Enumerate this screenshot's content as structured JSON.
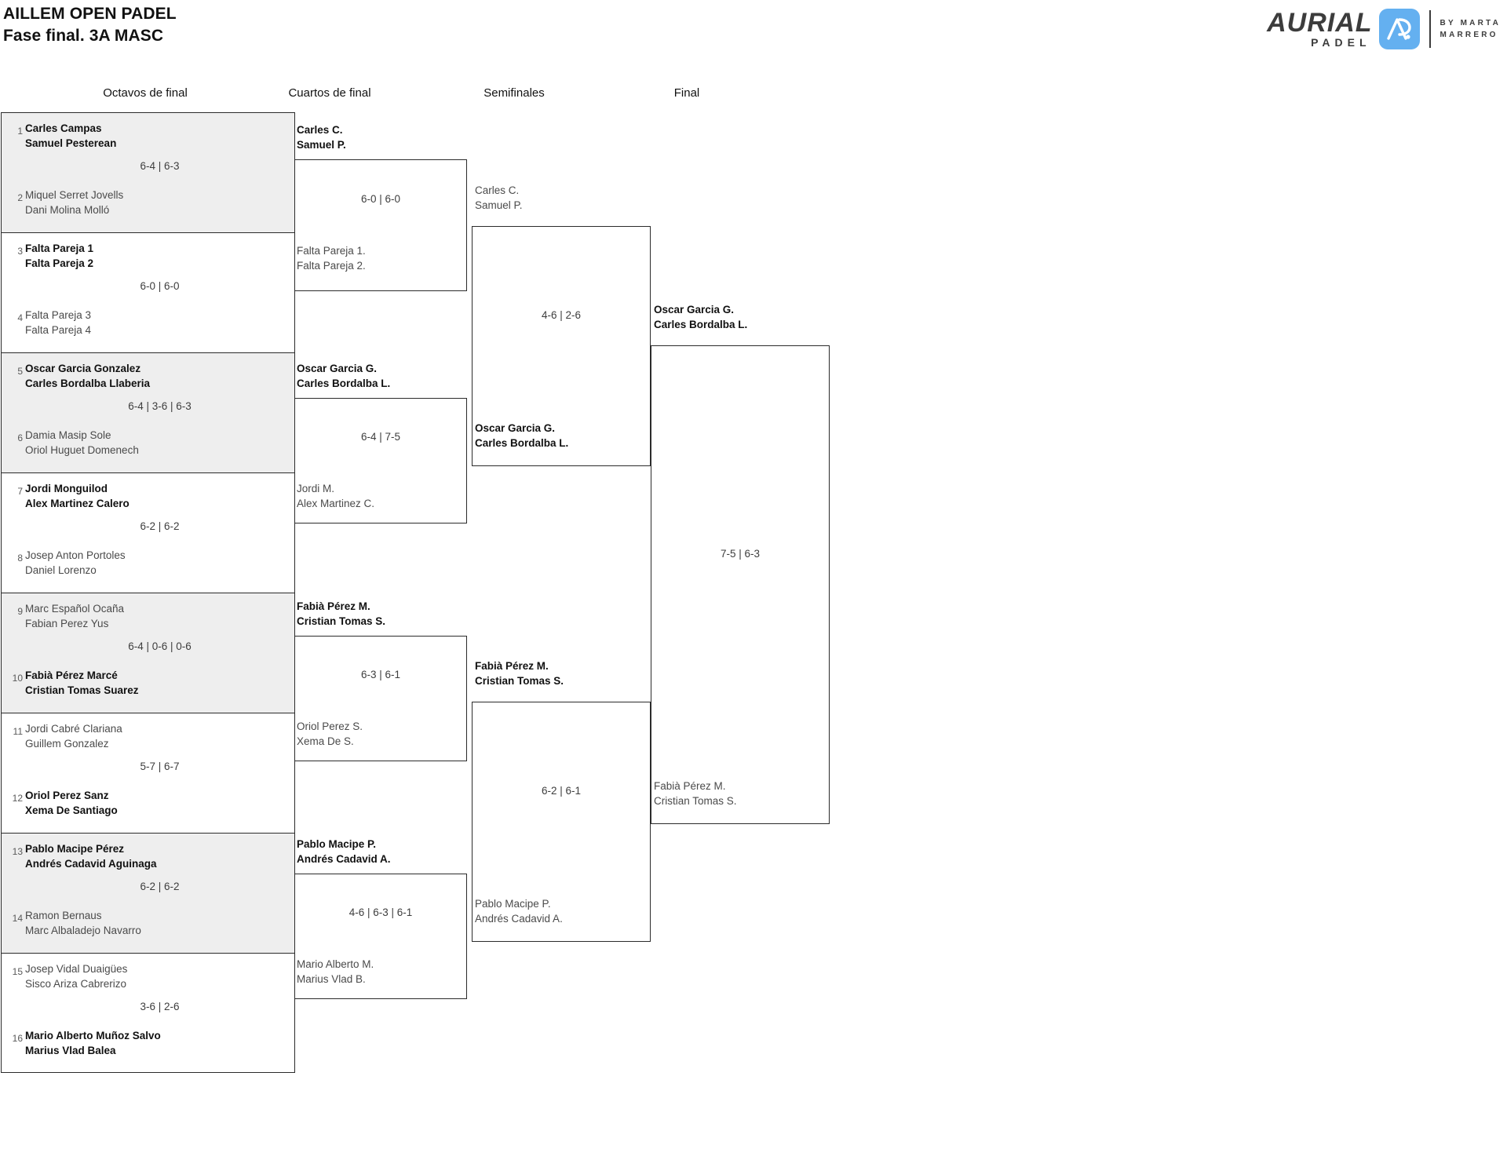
{
  "header": {
    "title_line1": "AILLEM OPEN PADEL",
    "title_line2": "Fase final. 3A MASC",
    "logo": {
      "brand": "AURIAL",
      "sub": "PADEL",
      "mark": "ap-monogram-icon",
      "by_line1": "BY MARTA",
      "by_line2": "MARRERO"
    }
  },
  "rounds": [
    {
      "label": "Octavos de final"
    },
    {
      "label": "Cuartos de final"
    },
    {
      "label": "Semifinales"
    },
    {
      "label": "Final"
    }
  ],
  "round1": [
    {
      "seed_top": "1",
      "top_p1": "Carles Campas",
      "top_p2": "Samuel Pesterean",
      "top_winner": true,
      "seed_bot": "2",
      "bot_p1": "Miquel Serret Jovells",
      "bot_p2": "Dani Molina Molló",
      "bot_winner": false,
      "score": "6-4 | 6-3",
      "shaded": true
    },
    {
      "seed_top": "3",
      "top_p1": "Falta Pareja 1",
      "top_p2": "Falta Pareja 2",
      "top_winner": true,
      "seed_bot": "4",
      "bot_p1": "Falta Pareja 3",
      "bot_p2": "Falta Pareja 4",
      "bot_winner": false,
      "score": "6-0 | 6-0",
      "shaded": false
    },
    {
      "seed_top": "5",
      "top_p1": "Oscar Garcia Gonzalez",
      "top_p2": "Carles Bordalba Llaberia",
      "top_winner": true,
      "seed_bot": "6",
      "bot_p1": "Damia Masip Sole",
      "bot_p2": "Oriol Huguet Domenech",
      "bot_winner": false,
      "score": "6-4 | 3-6 | 6-3",
      "shaded": true
    },
    {
      "seed_top": "7",
      "top_p1": "Jordi Monguilod",
      "top_p2": "Alex Martinez Calero",
      "top_winner": true,
      "seed_bot": "8",
      "bot_p1": "Josep Anton Portoles",
      "bot_p2": "Daniel Lorenzo",
      "bot_winner": false,
      "score": "6-2 | 6-2",
      "shaded": false
    },
    {
      "seed_top": "9",
      "top_p1": "Marc Español Ocaña",
      "top_p2": "Fabian Perez Yus",
      "top_winner": false,
      "seed_bot": "10",
      "bot_p1": "Fabià Pérez Marcé",
      "bot_p2": "Cristian Tomas Suarez",
      "bot_winner": true,
      "score": "6-4 | 0-6 | 0-6",
      "shaded": true
    },
    {
      "seed_top": "11",
      "top_p1": "Jordi Cabré Clariana",
      "top_p2": "Guillem Gonzalez",
      "top_winner": false,
      "seed_bot": "12",
      "bot_p1": "Oriol Perez Sanz",
      "bot_p2": "Xema De Santiago",
      "bot_winner": true,
      "score": "5-7 | 6-7",
      "shaded": false
    },
    {
      "seed_top": "13",
      "top_p1": "Pablo Macipe Pérez",
      "top_p2": "Andrés Cadavid Aguinaga",
      "top_winner": true,
      "seed_bot": "14",
      "bot_p1": "Ramon Bernaus",
      "bot_p2": "Marc Albaladejo Navarro",
      "bot_winner": false,
      "score": "6-2 | 6-2",
      "shaded": true
    },
    {
      "seed_top": "15",
      "top_p1": "Josep Vidal Duaigües",
      "top_p2": "Sisco Ariza Cabrerizo",
      "top_winner": false,
      "seed_bot": "16",
      "bot_p1": "Mario Alberto Muñoz Salvo",
      "bot_p2": "Marius Vlad Balea",
      "bot_winner": true,
      "score": "3-6 | 2-6",
      "shaded": false
    }
  ],
  "round2": [
    {
      "top_p1": "Carles C.",
      "top_p2": "Samuel P.",
      "top_winner": true,
      "bot_p1": "Falta Pareja 1.",
      "bot_p2": "Falta Pareja 2.",
      "bot_winner": false,
      "score": "6-0 | 6-0"
    },
    {
      "top_p1": "Oscar Garcia G.",
      "top_p2": "Carles Bordalba L.",
      "top_winner": true,
      "bot_p1": "Jordi M.",
      "bot_p2": "Alex Martinez C.",
      "bot_winner": false,
      "score": "6-4 | 7-5"
    },
    {
      "top_p1": "Fabià Pérez M.",
      "top_p2": "Cristian Tomas S.",
      "top_winner": true,
      "bot_p1": "Oriol Perez S.",
      "bot_p2": "Xema De S.",
      "bot_winner": false,
      "score": "6-3 | 6-1"
    },
    {
      "top_p1": "Pablo Macipe P.",
      "top_p2": "Andrés Cadavid A.",
      "top_winner": true,
      "bot_p1": "Mario Alberto M.",
      "bot_p2": "Marius Vlad B.",
      "bot_winner": false,
      "score": "4-6 | 6-3 | 6-1"
    }
  ],
  "round3": [
    {
      "top_p1": "Carles C.",
      "top_p2": "Samuel P.",
      "top_winner": false,
      "bot_p1": "Oscar Garcia G.",
      "bot_p2": "Carles Bordalba L.",
      "bot_winner": true,
      "score": "4-6 | 2-6"
    },
    {
      "top_p1": "Fabià Pérez M.",
      "top_p2": "Cristian Tomas S.",
      "top_winner": true,
      "bot_p1": "Pablo Macipe P.",
      "bot_p2": "Andrés Cadavid A.",
      "bot_winner": false,
      "score": "6-2 | 6-1"
    }
  ],
  "round4": [
    {
      "top_p1": "Oscar Garcia G.",
      "top_p2": "Carles Bordalba L.",
      "top_winner": true,
      "bot_p1": "Fabià Pérez M.",
      "bot_p2": "Cristian Tomas S.",
      "bot_winner": false,
      "score": "7-5 | 6-3"
    }
  ]
}
